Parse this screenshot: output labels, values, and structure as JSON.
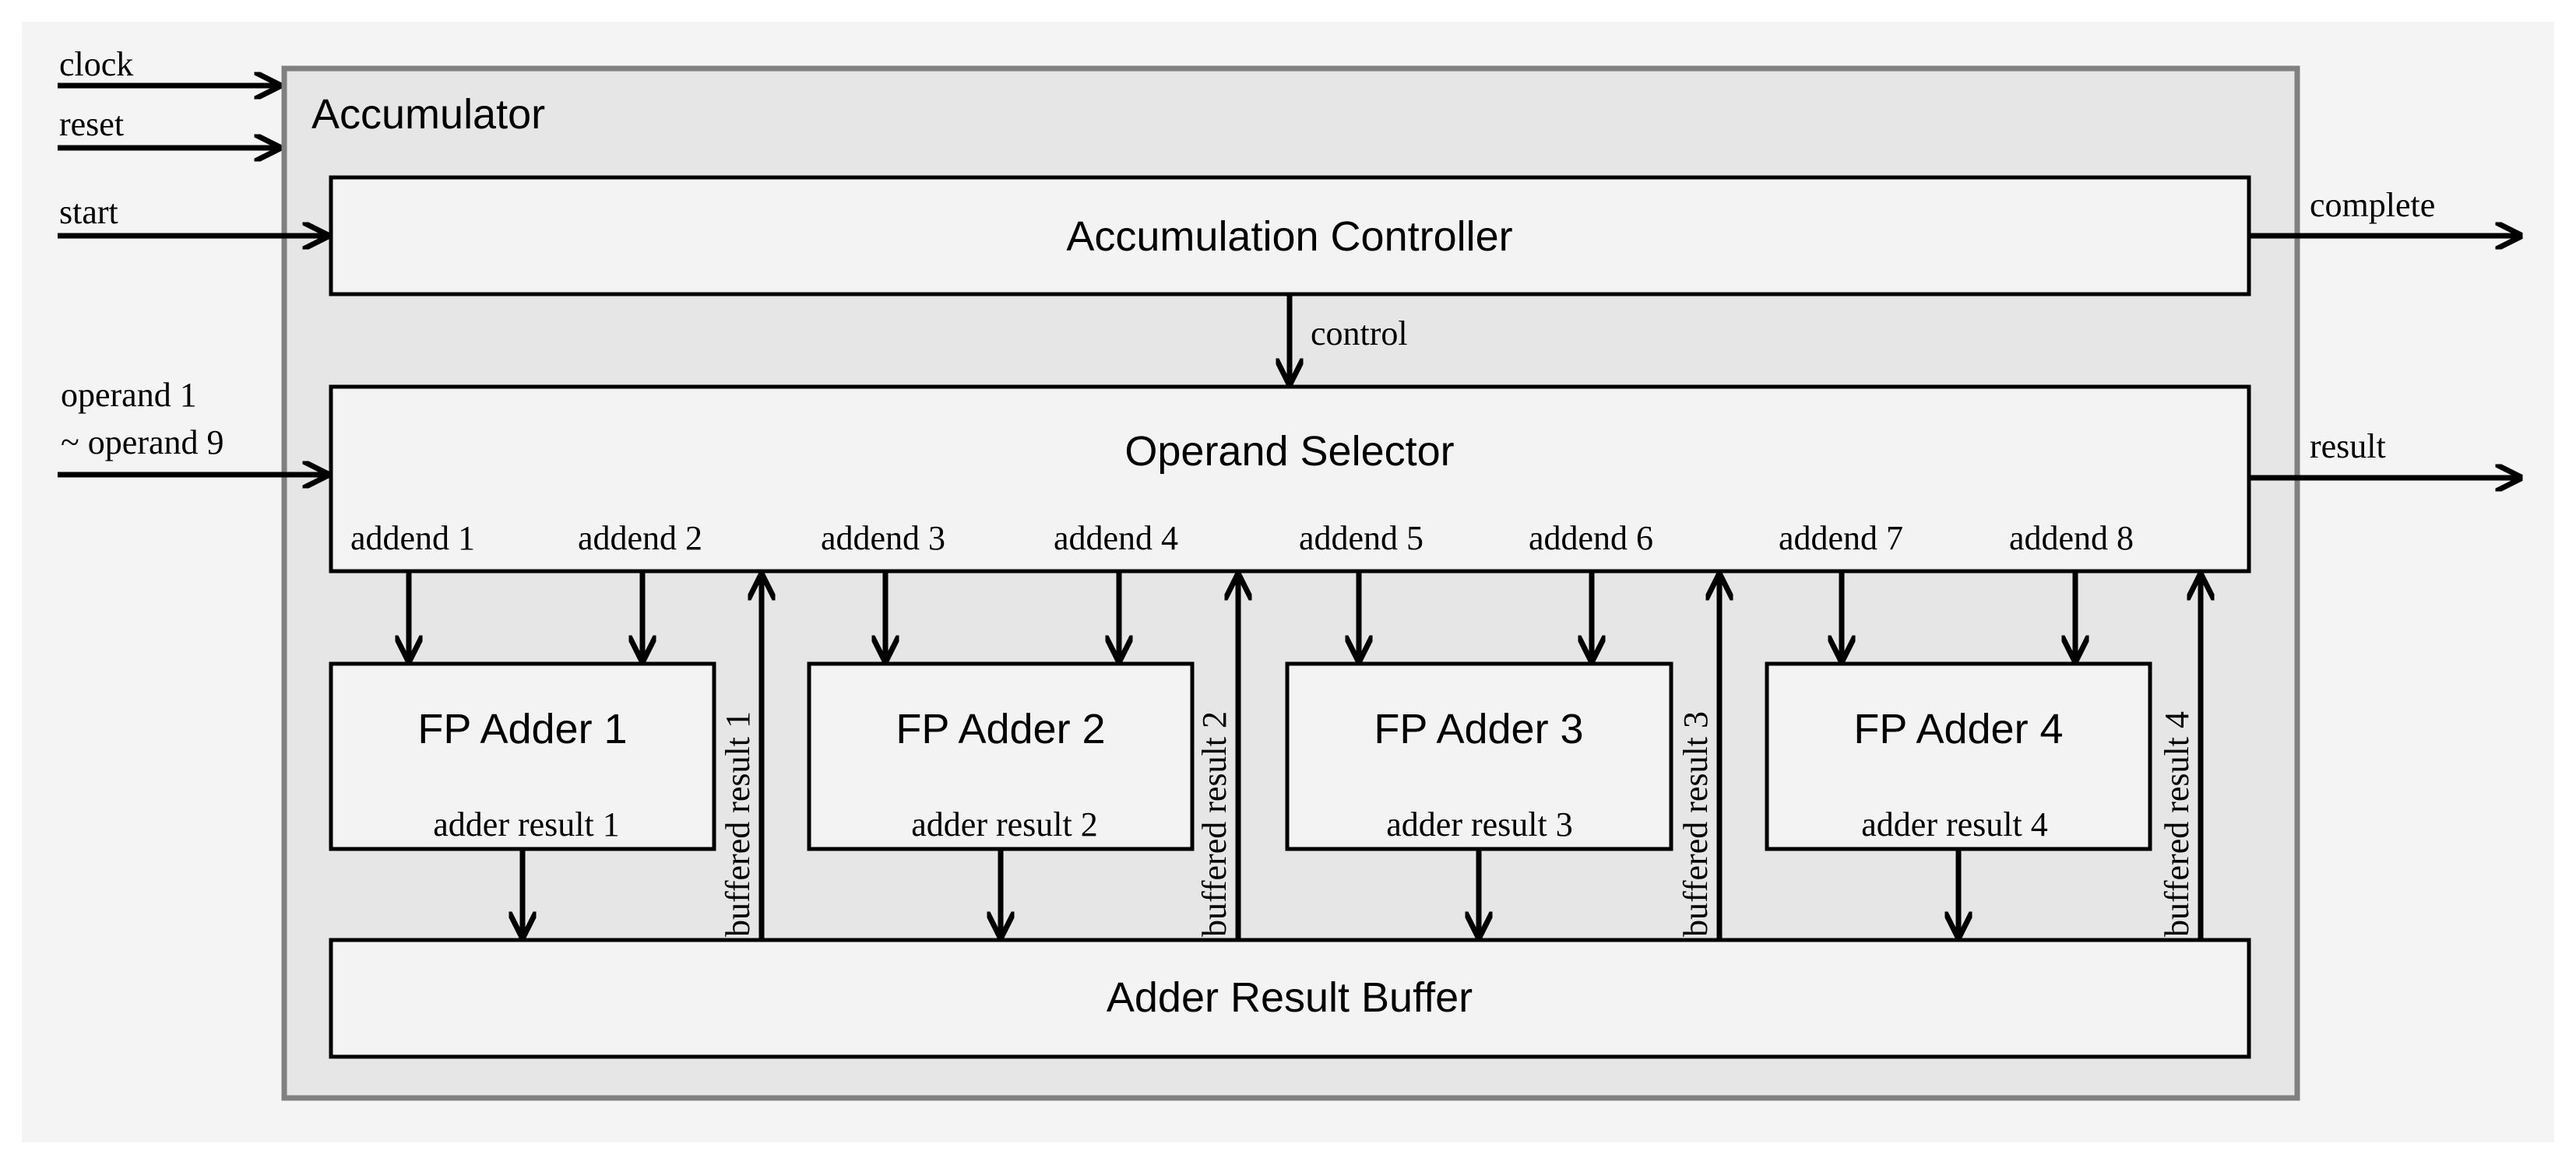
{
  "accumulator": {
    "title": "Accumulator"
  },
  "inputs": {
    "clock": "clock",
    "reset": "reset",
    "start": "start",
    "operand_line1": "operand 1",
    "operand_line2": "~ operand 9"
  },
  "outputs": {
    "complete": "complete",
    "result": "result"
  },
  "blocks": {
    "controller": "Accumulation Controller",
    "selector": "Operand Selector",
    "buffer": "Adder Result Buffer",
    "adders": [
      "FP Adder 1",
      "FP Adder 2",
      "FP Adder 3",
      "FP Adder 4"
    ]
  },
  "signals": {
    "control": "control",
    "addends": [
      "addend 1",
      "addend 2",
      "addend 3",
      "addend 4",
      "addend 5",
      "addend 6",
      "addend 7",
      "addend 8"
    ],
    "adder_results": [
      "adder result 1",
      "adder result 2",
      "adder result 3",
      "adder result 4"
    ],
    "buffered_results": [
      "buffered result 1",
      "buffered result 2",
      "buffered result 3",
      "buffered result 4"
    ]
  },
  "colors": {
    "outer_background": "#f4f4f4",
    "accumulator_fill": "#e6e6e6",
    "accumulator_border": "#808080",
    "block_fill": "#f3f3f3",
    "line": "#000000"
  }
}
